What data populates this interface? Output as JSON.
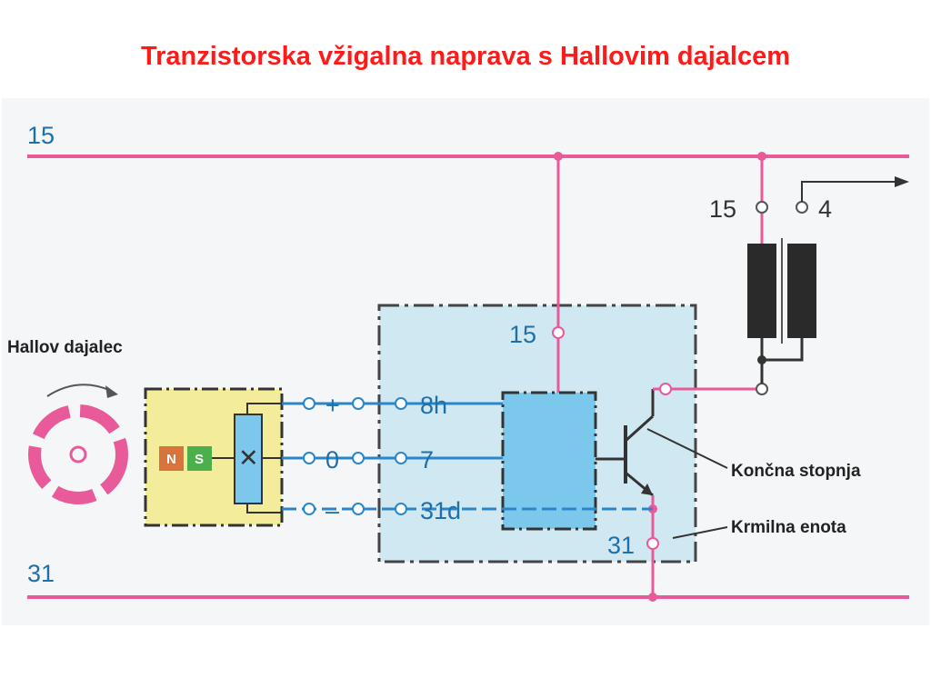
{
  "title": "Tranzistorska vžigalna naprava s Hallovim dajalcem",
  "rails": {
    "top": "15",
    "bottom": "31"
  },
  "sensor": {
    "label": "Hallov dajalec",
    "magnet_n": "N",
    "magnet_s": "S"
  },
  "signal_terminals": [
    {
      "sign": "+",
      "pin": "8h"
    },
    {
      "sign": "0",
      "pin": "7"
    },
    {
      "sign": "–",
      "pin": "31d"
    }
  ],
  "control_unit": {
    "pin_top": "15",
    "pin_bottom": "31"
  },
  "coil": {
    "pin_left": "15",
    "pin_right": "4"
  },
  "callouts": {
    "output_stage": "Končna stopnja",
    "control_unit": "Krmilna enota"
  },
  "colors": {
    "rail": "#e85a9a",
    "signal": "#2a86c8",
    "box_fill": "#cfe8f2",
    "block_fill": "#7cc8ec",
    "sensor_fill": "#f3ec9a",
    "title": "#ff1a1a"
  }
}
